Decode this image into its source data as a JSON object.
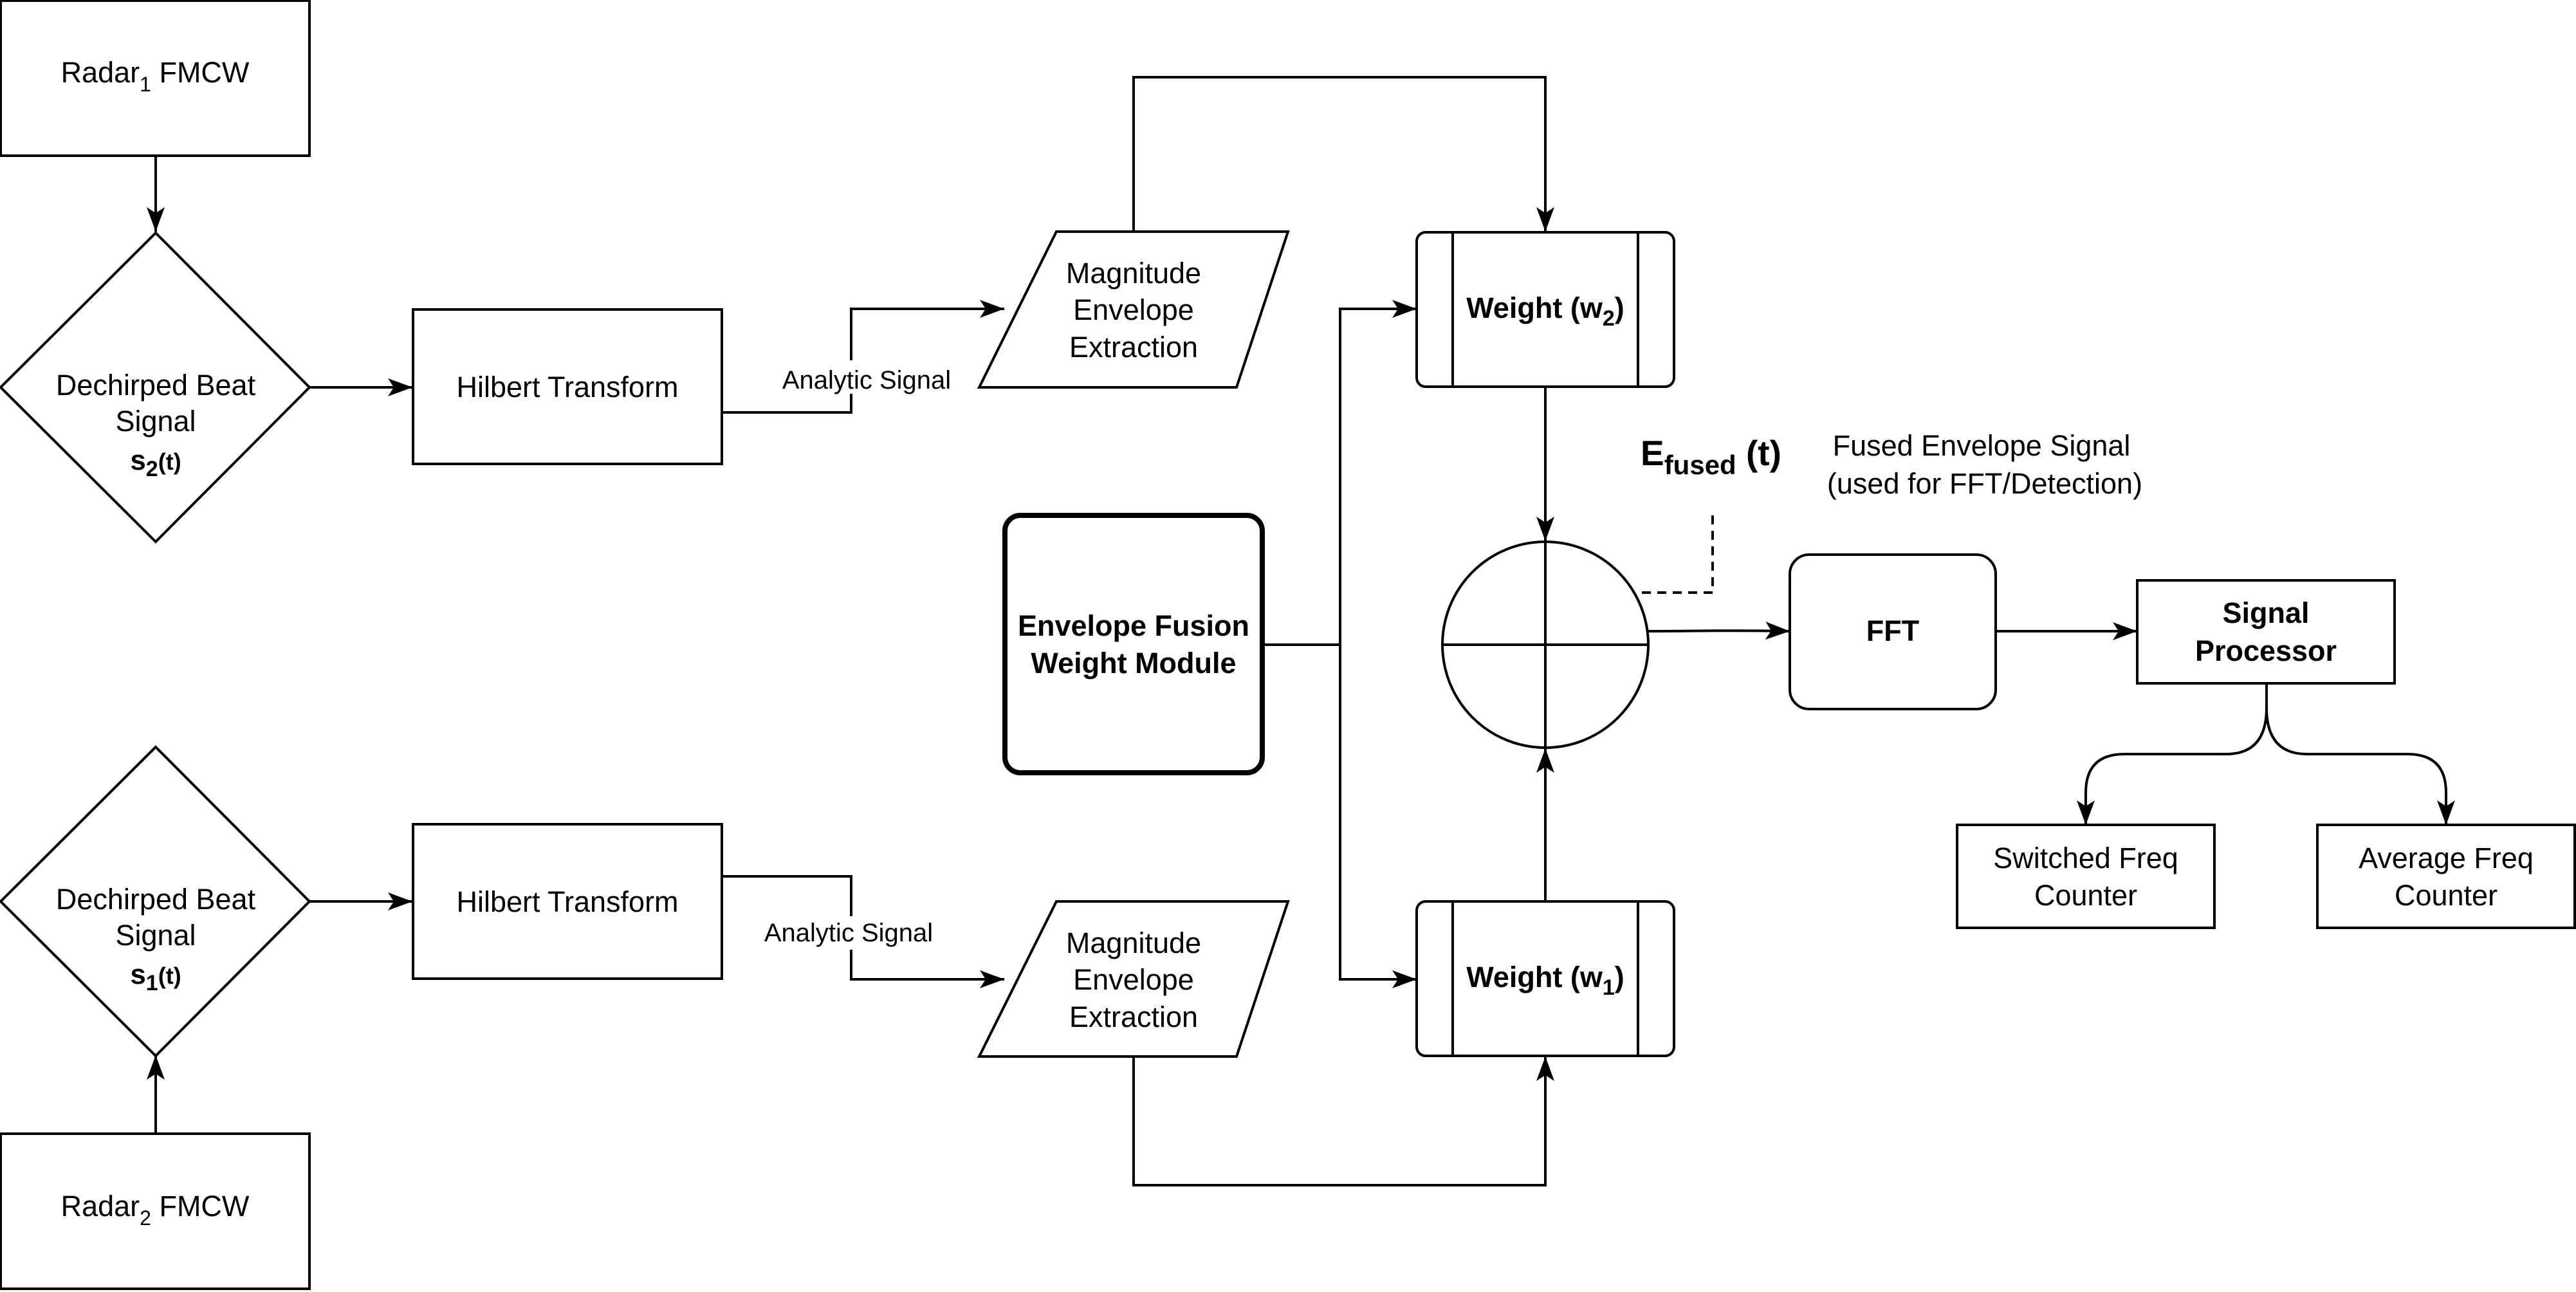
{
  "nodes": {
    "radar1": {
      "label": "Radar",
      "sub": "1",
      "suffix": " FMCW"
    },
    "radar2": {
      "label": "Radar",
      "sub": "2",
      "suffix": " FMCW"
    },
    "beat2": {
      "line1": "Dechirped Beat",
      "line2": "Signal",
      "sym": "s",
      "sub": "2",
      "arg": "(t)"
    },
    "beat1": {
      "line1": "Dechirped Beat",
      "line2": "Signal",
      "sym": "s",
      "sub": "1",
      "arg": "(t)"
    },
    "hilbert_top": {
      "label": "Hilbert Transform"
    },
    "hilbert_bottom": {
      "label": "Hilbert Transform"
    },
    "mag_top": {
      "line1": "Magnitude",
      "line2": "Envelope",
      "line3": "Extraction"
    },
    "mag_bottom": {
      "line1": "Magnitude",
      "line2": "Envelope",
      "line3": "Extraction"
    },
    "weight2": {
      "label": "Weight (w",
      "sub": "2",
      "suffix": ")"
    },
    "weight1": {
      "label": "Weight (w",
      "sub": "1",
      "suffix": ")"
    },
    "fusion_module": {
      "line1": "Envelope Fusion",
      "line2": "Weight Module"
    },
    "fft": {
      "label": "FFT"
    },
    "signal_processor": {
      "line1": "Signal",
      "line2": "Processor"
    },
    "switched_counter": {
      "line1": "Switched Freq",
      "line2": "Counter"
    },
    "average_counter": {
      "line1": "Average Freq",
      "line2": "Counter"
    }
  },
  "edge_labels": {
    "analytic_top": "Analytic Signal",
    "analytic_bottom": "Analytic Signal"
  },
  "annotation": {
    "symbol": "E",
    "symbol_sub": "fused",
    "symbol_arg": " (t)",
    "note_line1": "Fused Envelope Signal",
    "note_line2": "(used for FFT/Detection)"
  }
}
